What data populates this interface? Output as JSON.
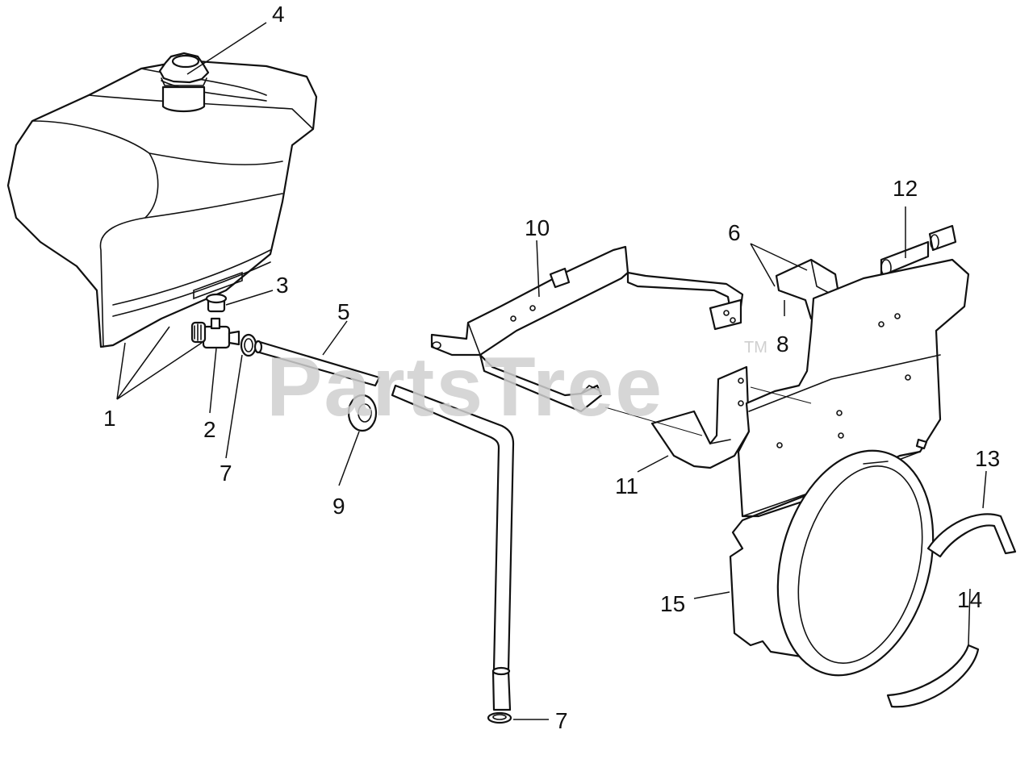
{
  "watermark": {
    "brand": "PartsTree",
    "trademark": "TM"
  },
  "callouts": {
    "c1": "1",
    "c2": "2",
    "c3": "3",
    "c4": "4",
    "c5": "5",
    "c6": "6",
    "c7a": "7",
    "c7b": "7",
    "c8": "8",
    "c9": "9",
    "c10": "10",
    "c11": "11",
    "c12": "12",
    "c13": "13",
    "c14": "14",
    "c15": "15"
  },
  "colors": {
    "line": "#111111",
    "watermark": "#cfcfcf",
    "background": "#ffffff"
  }
}
